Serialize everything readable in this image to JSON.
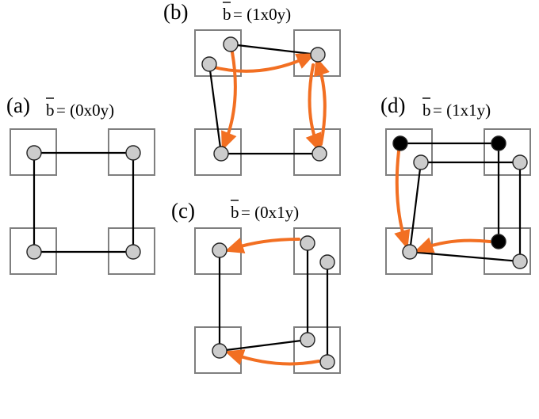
{
  "colors": {
    "box_stroke": "#7f7f7f",
    "edge": "#000000",
    "arrow": "#f26f22",
    "node_gray": "#cccccc",
    "node_black": "#000000"
  },
  "panels": {
    "a": {
      "tag": "(a)",
      "symbol": "b",
      "value": "= (0x0y)"
    },
    "b": {
      "tag": "(b)",
      "symbol": "b",
      "value": "= (1x0y)"
    },
    "c": {
      "tag": "(c)",
      "symbol": "b",
      "value": "= (0x1y)"
    },
    "d": {
      "tag": "(d)",
      "symbol": "b",
      "value": "= (1x1y)"
    }
  }
}
